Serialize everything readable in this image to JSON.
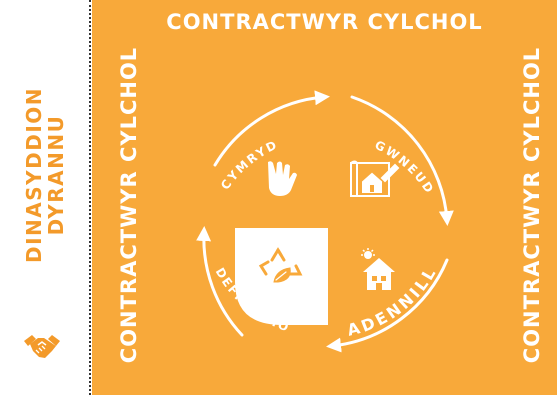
{
  "side": {
    "line1": "DINASYDDION",
    "line2": "DYRANNU",
    "icon": "handshake-icon"
  },
  "panel": {
    "title": "CONTRACTWYR CYLCHOL",
    "left_label": "CONTRACTWYR CYLCHOL",
    "right_label": "CONTRACTWYR CYLCHOL"
  },
  "cycle": {
    "steps": [
      {
        "label": "CYMRYD",
        "icon": "hand-icon"
      },
      {
        "label": "GWNEUD",
        "icon": "blueprint-pencil-icon"
      },
      {
        "label": "DEFNYDDIO",
        "icon": "house-sun-icon"
      },
      {
        "label": "ADENNILL",
        "icon": "recycle-leaf-icon"
      }
    ]
  },
  "colors": {
    "panel": "#F8A93A",
    "accent": "#F39A2A",
    "text": "#ffffff"
  }
}
